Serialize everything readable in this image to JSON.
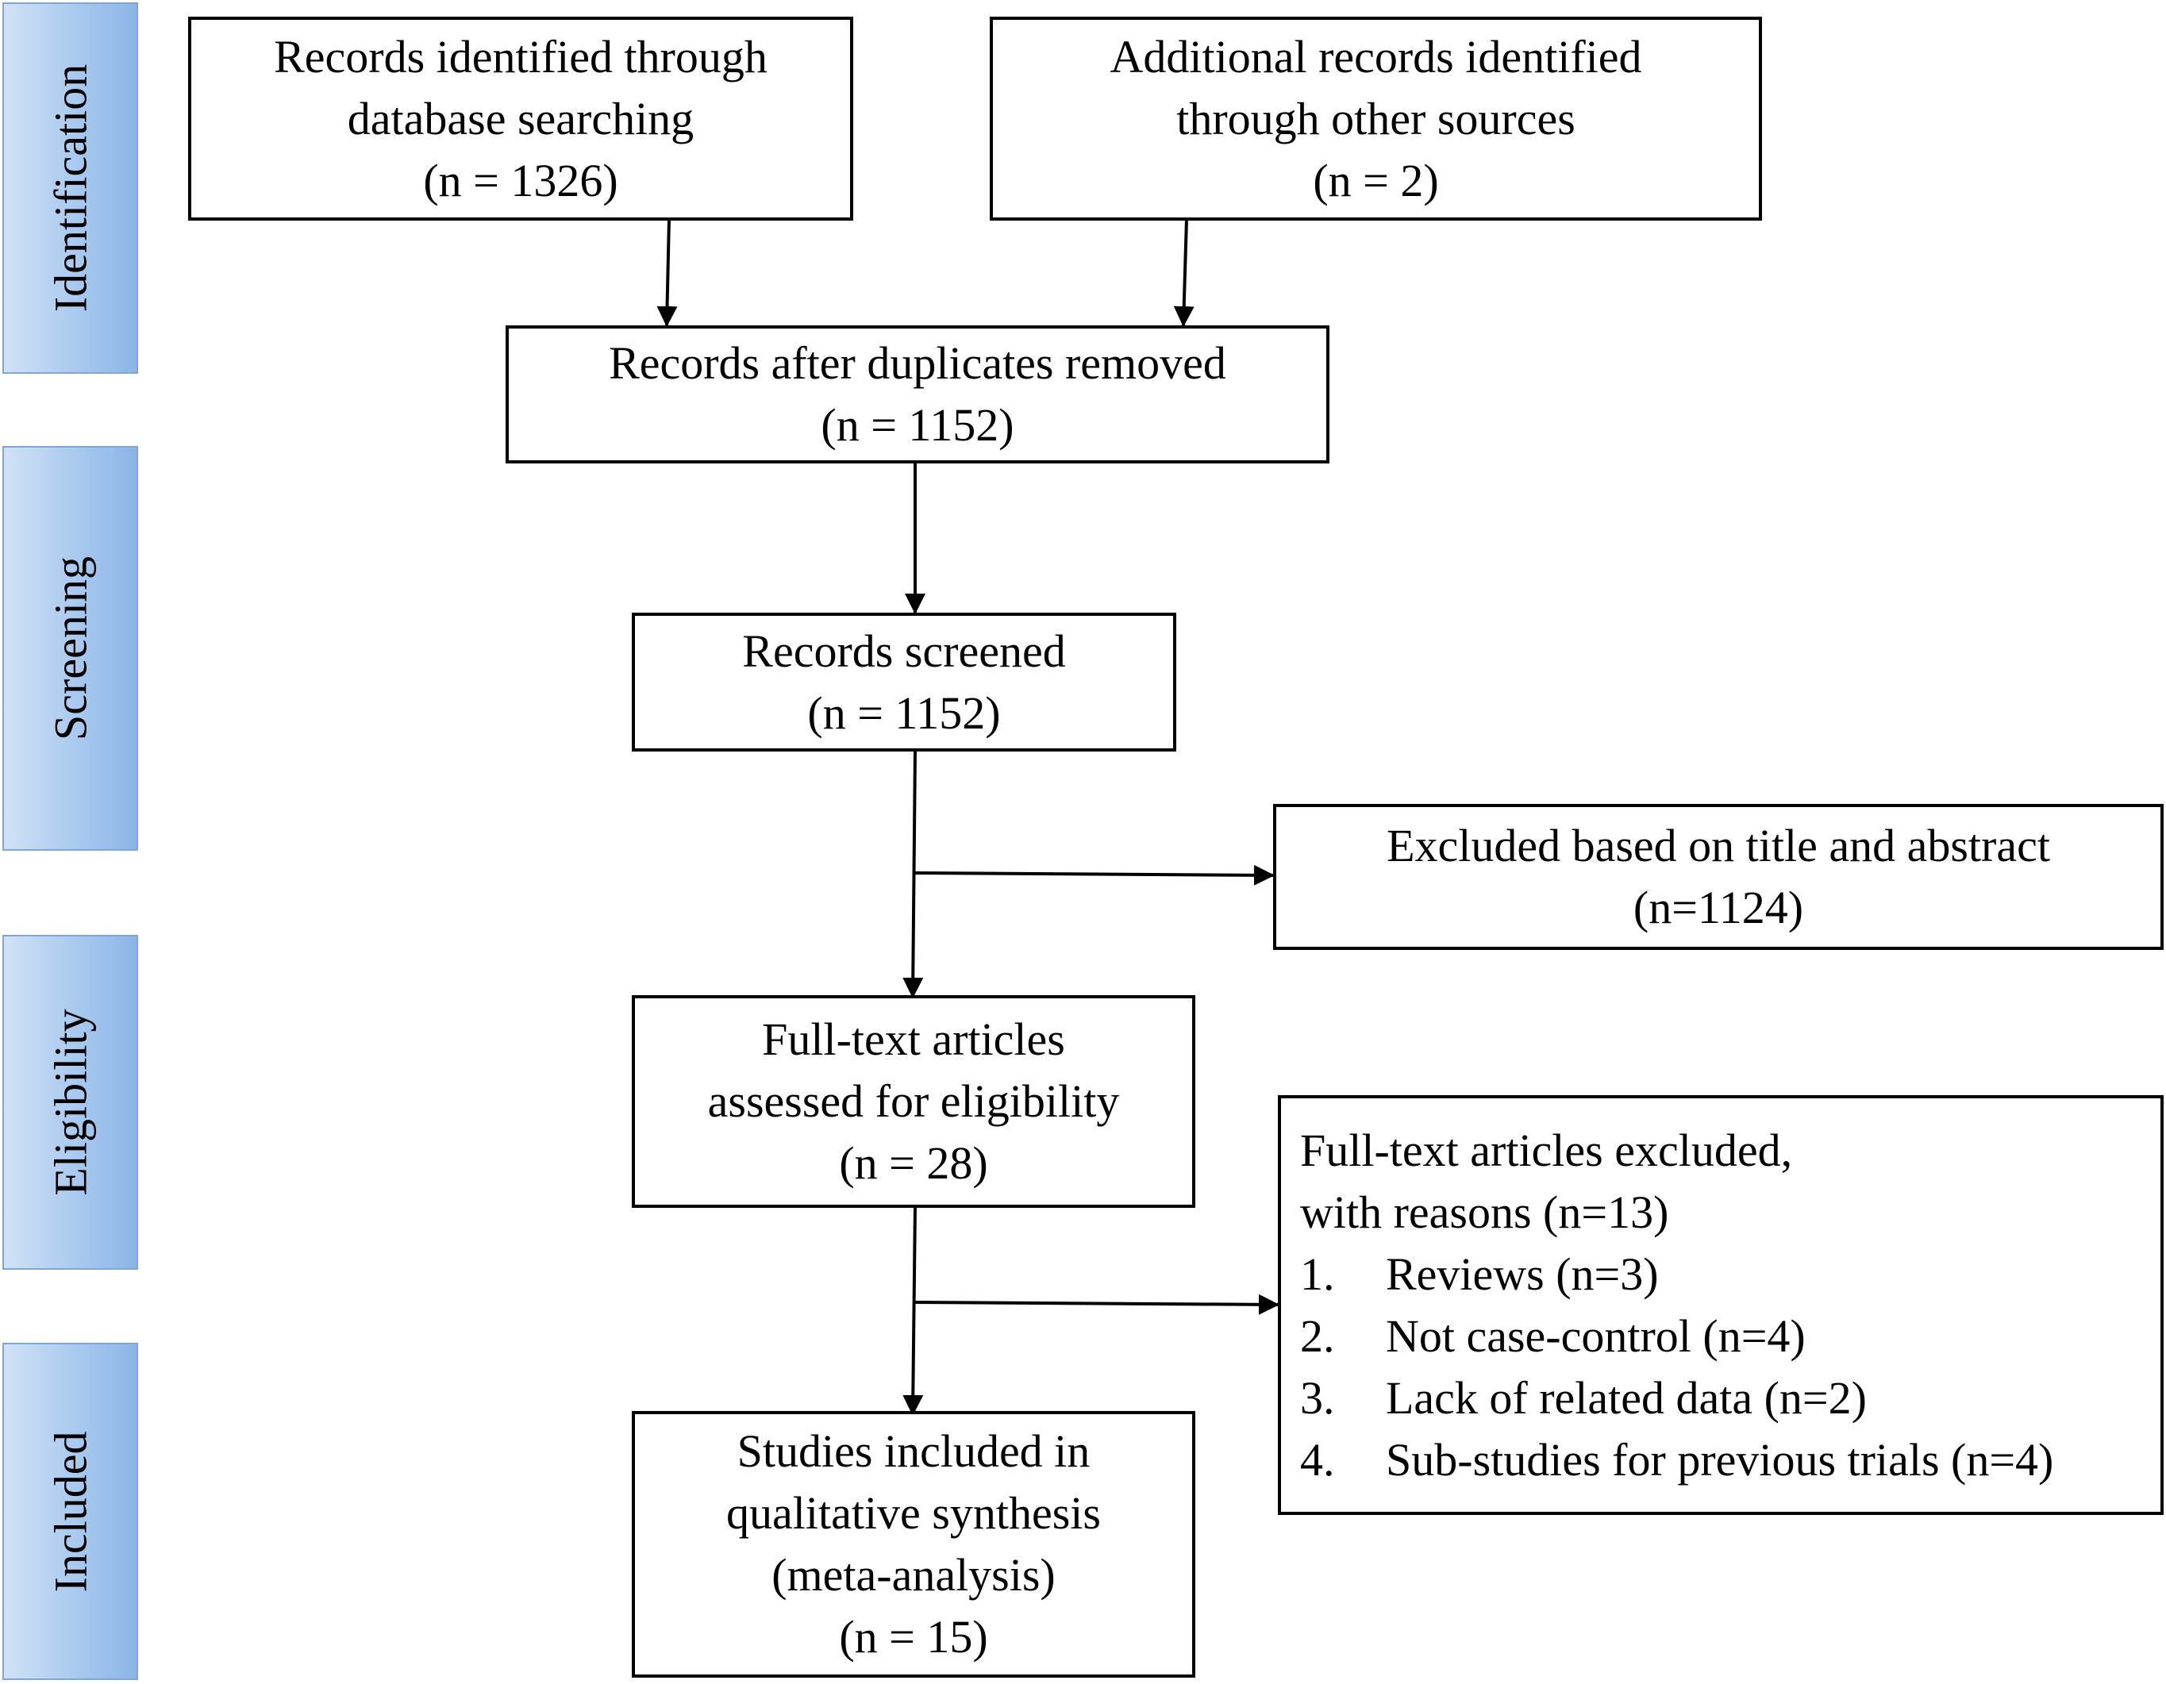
{
  "stages": [
    {
      "id": "identification",
      "label": "Identification"
    },
    {
      "id": "screening",
      "label": "Screening"
    },
    {
      "id": "eligibility",
      "label": "Eligibility"
    },
    {
      "id": "included",
      "label": "Included"
    }
  ],
  "boxes": {
    "database": {
      "lines": [
        "Records identified through",
        "database searching",
        "(n = 1326)"
      ]
    },
    "other": {
      "lines": [
        "Additional records identified",
        "through other sources",
        "(n = 2)"
      ]
    },
    "duplicates": {
      "lines": [
        "Records after duplicates removed",
        "(n = 1152)"
      ]
    },
    "screened": {
      "lines": [
        "Records screened",
        "(n = 1152)"
      ]
    },
    "excluded_title": {
      "lines": [
        "Excluded based on title and abstract",
        "(n=1124)"
      ]
    },
    "fulltext": {
      "lines": [
        "Full-text articles",
        "assessed for eligibility",
        "(n = 28)"
      ]
    },
    "excluded_fulltext": {
      "lines": [
        "Full-text articles excluded,",
        "with reasons (n=13)"
      ],
      "reasons": [
        {
          "num": "1.",
          "text": "Reviews (n=3)"
        },
        {
          "num": "2.",
          "text": "Not case-control (n=4)"
        },
        {
          "num": "3.",
          "text": "Lack of related data (n=2)"
        },
        {
          "num": "4.",
          "text": "Sub-studies for previous trials (n=4)"
        }
      ]
    },
    "included": {
      "lines": [
        "Studies included in",
        "qualitative synthesis",
        "(meta-analysis)",
        "(n = 15)"
      ]
    }
  }
}
